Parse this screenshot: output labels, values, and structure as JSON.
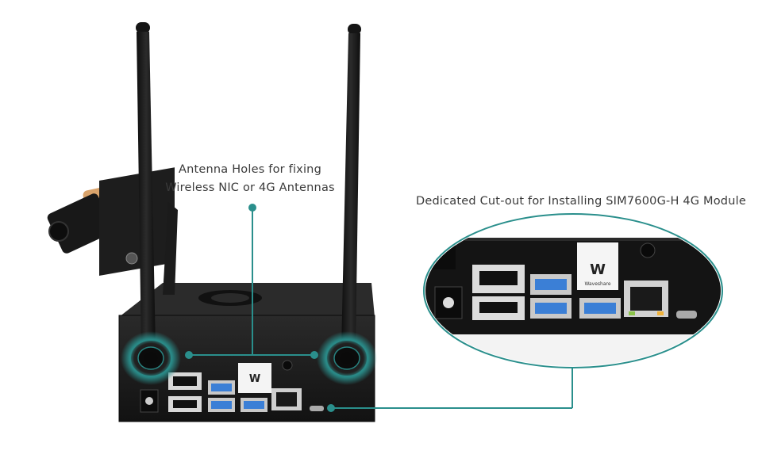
{
  "annotations": {
    "antenna_holes": {
      "line1": "Antenna Holes for fixing",
      "line2": "Wireless NIC or 4G Antennas"
    },
    "cutout": {
      "text": "Dedicated Cut-out for Installing SIM7600G-H 4G Module"
    }
  },
  "module": {
    "logo_text": "Waveshare"
  },
  "colors": {
    "callout": "#2a8f8c",
    "enclosure": "#1c1c1c",
    "usb_blue": "#3b7fd6",
    "antenna": "#161616"
  }
}
